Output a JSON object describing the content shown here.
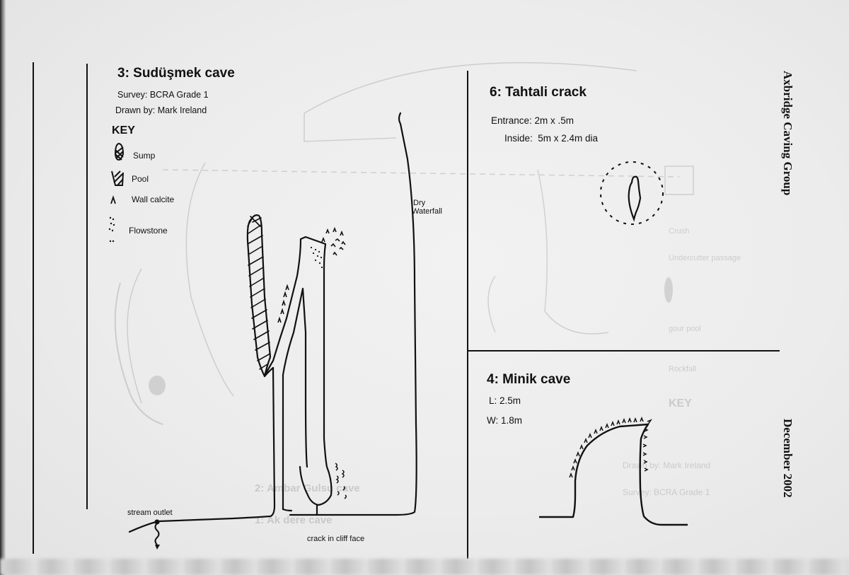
{
  "page": {
    "side_header": "Axbridge Caving Group",
    "side_footer": "December 2002"
  },
  "sudusmek": {
    "title": "3: Sudüşmek cave",
    "survey": "Survey: BCRA Grade 1",
    "drawn_by": "Drawn by: Mark Ireland",
    "key": {
      "title": "KEY",
      "items": [
        {
          "icon": "sump-icon",
          "label": "Sump"
        },
        {
          "icon": "pool-icon",
          "label": "Pool"
        },
        {
          "icon": "wall-calcite-icon",
          "label": "Wall calcite"
        },
        {
          "icon": "flowstone-icon",
          "label": "Flowstone"
        }
      ]
    },
    "labels": {
      "dry_waterfall_1": "Dry",
      "dry_waterfall_2": "Waterfall",
      "stream_outlet": "stream outlet",
      "crack": "crack in cliff face"
    }
  },
  "tahtali": {
    "title": "6: Tahtali crack",
    "entrance": "Entrance: 2m x .5m",
    "inside": "Inside:  5m x 2.4m dia"
  },
  "minik": {
    "title": "4: Minik cave",
    "length": "L: 2.5m",
    "width": "W: 1.8m"
  },
  "colors": {
    "ink": "#111111",
    "paper": "#ececec"
  }
}
